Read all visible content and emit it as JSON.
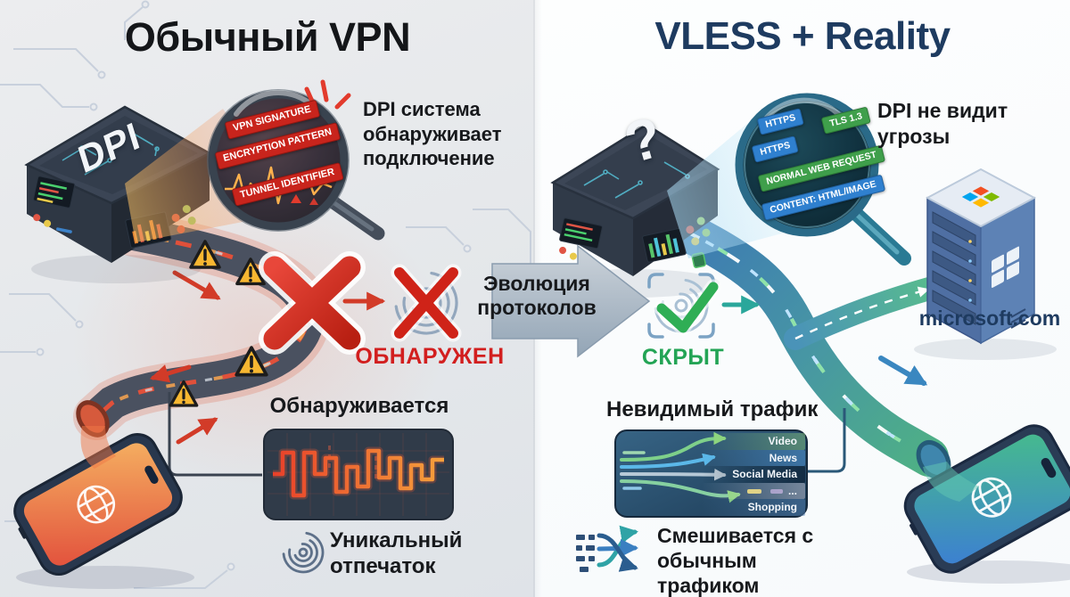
{
  "infographic": {
    "left": {
      "title": "Обычный VPN",
      "device_label": "DPI",
      "magnifier_tags": [
        "VPN SIGNATURE",
        "ENCRYPTION PATTERN",
        "TUNNEL IDENTIFIER"
      ],
      "dpi_detects_text": "DPI система обнаруживает подключение",
      "detected_status": "ОБНАРУЖЕН",
      "detect_caption": "Обнаруживается",
      "fingerprint_caption": "Уникальный отпечаток"
    },
    "center": {
      "arrow_label": "Эволюция протоколов"
    },
    "right": {
      "title": "VLESS + Reality",
      "device_label": "?",
      "magnifier_tags": [
        "HTTPS",
        "TLS 1.3",
        "HTTPS",
        "NORMAL WEB REQUEST",
        "CONTENT: HTML/IMAGE"
      ],
      "dpi_blind_text": "DPI не видит угрозы",
      "hidden_status": "СКРЫТ",
      "server_label": "microsoft.com",
      "invisible_traffic_caption": "Невидимый трафик",
      "traffic_labels": [
        "Video",
        "News",
        "Social Media",
        "...",
        "Shopping"
      ],
      "mix_caption": "Смешивается с обычным трафиком"
    },
    "icons": {
      "left_magnifier": "magnifier-icon",
      "right_magnifier": "magnifier-icon",
      "warning": "warning-triangle-icon",
      "blocked": "red-cross-icon",
      "fingerprint": "fingerprint-icon",
      "approved": "green-check-icon",
      "globe": "globe-icon",
      "mix": "shuffle-arrows-icon",
      "server_logo": "microsoft-logo-icon"
    },
    "colors": {
      "detected_red": "#d21f1f",
      "hidden_green": "#23a455",
      "title_navy": "#1e3b60",
      "road_dark": "#4a5160",
      "road_blue": "#3d7ab3",
      "road_green": "#4fb184",
      "warning_yellow": "#f7b731"
    }
  }
}
